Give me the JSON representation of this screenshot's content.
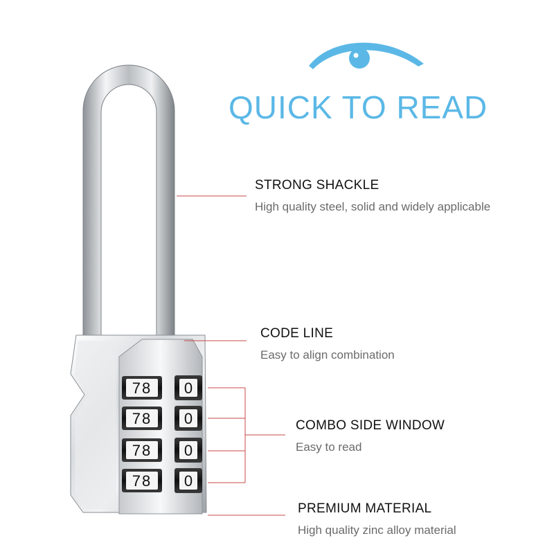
{
  "headline": "QUICK TO READ",
  "features": [
    {
      "title": "STRONG SHACKLE",
      "description": "High quality steel, solid and widely applicable"
    },
    {
      "title": "CODE LINE",
      "description": "Easy to align combination"
    },
    {
      "title": "COMBO SIDE WINDOW",
      "description": "Easy to read"
    },
    {
      "title": "PREMIUM MATERIAL",
      "description": "High quality zinc alloy material"
    }
  ],
  "dials": [
    {
      "side_digits": "78",
      "front_digit": "0"
    },
    {
      "side_digits": "78",
      "front_digit": "0"
    },
    {
      "side_digits": "78",
      "front_digit": "0"
    },
    {
      "side_digits": "78",
      "front_digit": "0"
    }
  ],
  "colors": {
    "accent": "#5bb8e6",
    "callout_line": "#c94a4a",
    "title": "#111111",
    "description": "#6a6a6a"
  },
  "icons": [
    "eye-icon"
  ]
}
